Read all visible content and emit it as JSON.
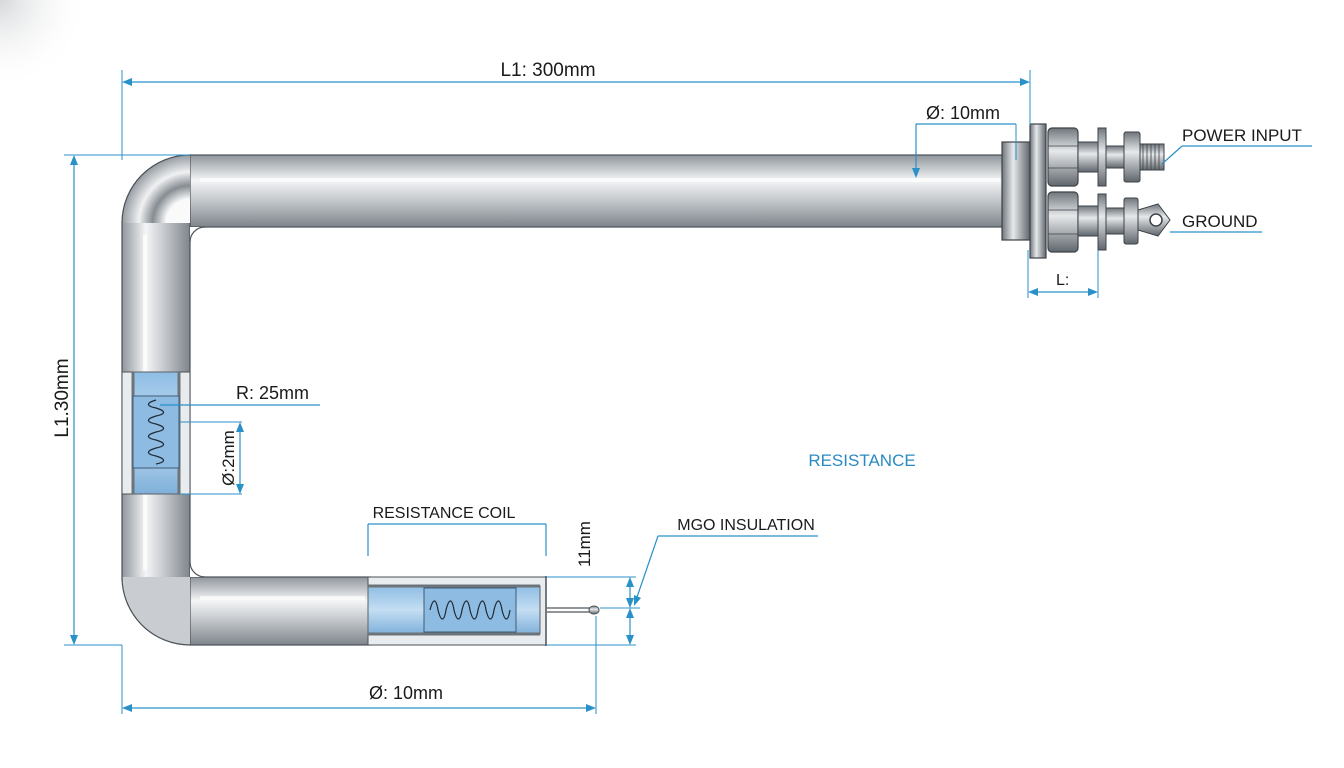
{
  "labels": {
    "length_top": "L1: 300mm",
    "length_side": "L1.30mm",
    "diameter_top": "Ø: 10mm",
    "diameter_bottom": "Ø: 10mm",
    "radius": "R: 25mm",
    "coil_diameter": "Ø:2mm",
    "terminal_length": "L:",
    "power_input": "POWER INPUT",
    "ground": "GROUND",
    "resistance": "RESISTANCE",
    "resistance_coil": "RESISTANCE COIL",
    "mgo_insulation": "MGO INSULATION",
    "end_size": "11mm"
  },
  "colors": {
    "dimension_line": "#2a90c8",
    "callout_text": "#2a8ac2",
    "tube_light": "#f4f5f6",
    "tube_dark": "#8f969c",
    "insulation_fill": "#a9cdeb"
  }
}
